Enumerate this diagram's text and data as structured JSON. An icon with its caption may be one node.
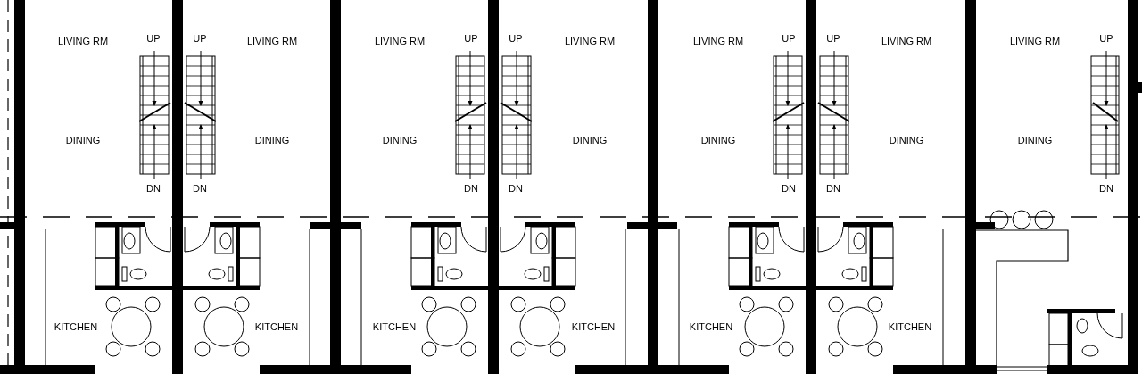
{
  "diagram": {
    "labels": [
      "LIVING RM",
      "UP",
      "UP",
      "LIVING RM",
      "LIVING RM",
      "UP",
      "UP",
      "LIVING RM",
      "LIVING RM",
      "UP",
      "UP",
      "LIVING RM",
      "LIVING RM",
      "UP",
      "DINING",
      "DINING",
      "DINING",
      "DINING",
      "DINING",
      "DINING",
      "DINING",
      "DN",
      "DN",
      "DN",
      "DN",
      "DN",
      "DN",
      "DN",
      "KITCHEN",
      "KITCHEN",
      "KITCHEN",
      "KITCHEN",
      "KITCHEN",
      "KITCHEN"
    ]
  }
}
